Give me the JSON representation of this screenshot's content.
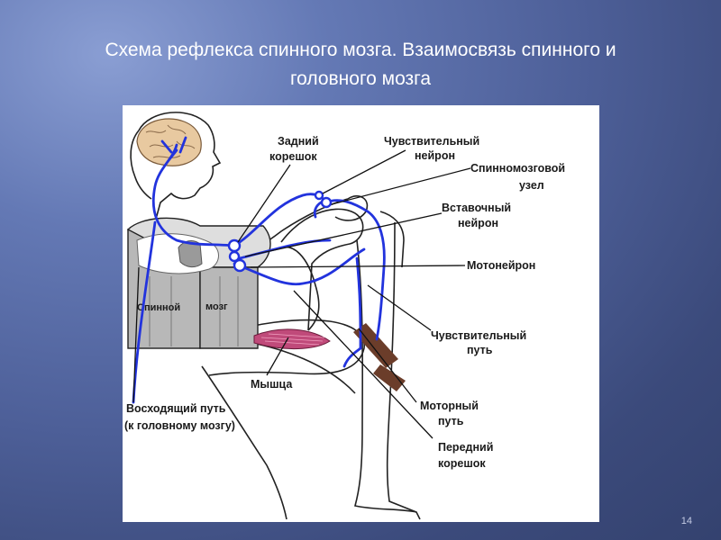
{
  "slide": {
    "title_line1": "Схема рефлекса спинного мозга. Взаимосвязь спинного и",
    "title_line2": "головного мозга",
    "page_number": "14"
  },
  "diagram": {
    "labels": {
      "zadniy_1": "Задний",
      "zadniy_2": "корешок",
      "chuv_neuron_1": "Чувствительный",
      "chuv_neuron_2": "нейрон",
      "spinal_ganglion_1": "Спинномозговой",
      "spinal_ganglion_2": "узел",
      "vstav_1": "Вставочный",
      "vstav_2": "нейрон",
      "motoneuron": "Мотонейрон",
      "chuv_put_1": "Чувствительный",
      "chuv_put_2": "путь",
      "motor_put_1": "Моторный",
      "motor_put_2": "путь",
      "peredniy_1": "Передний",
      "peredniy_2": "корешок",
      "myshtsa": "Мышца",
      "voskhod_1": "Восходящий путь",
      "voskhod_2": "(к головному мозгу)",
      "spinnoy": "Спинной",
      "mozg": "мозг"
    },
    "colors": {
      "nerve": "#2233dd",
      "outline": "#222222",
      "brain": "#e8c9a0",
      "hammer": "#6b3d2a",
      "muscle": "#c04a7a",
      "cord_grey": "#b8b8b8"
    }
  }
}
